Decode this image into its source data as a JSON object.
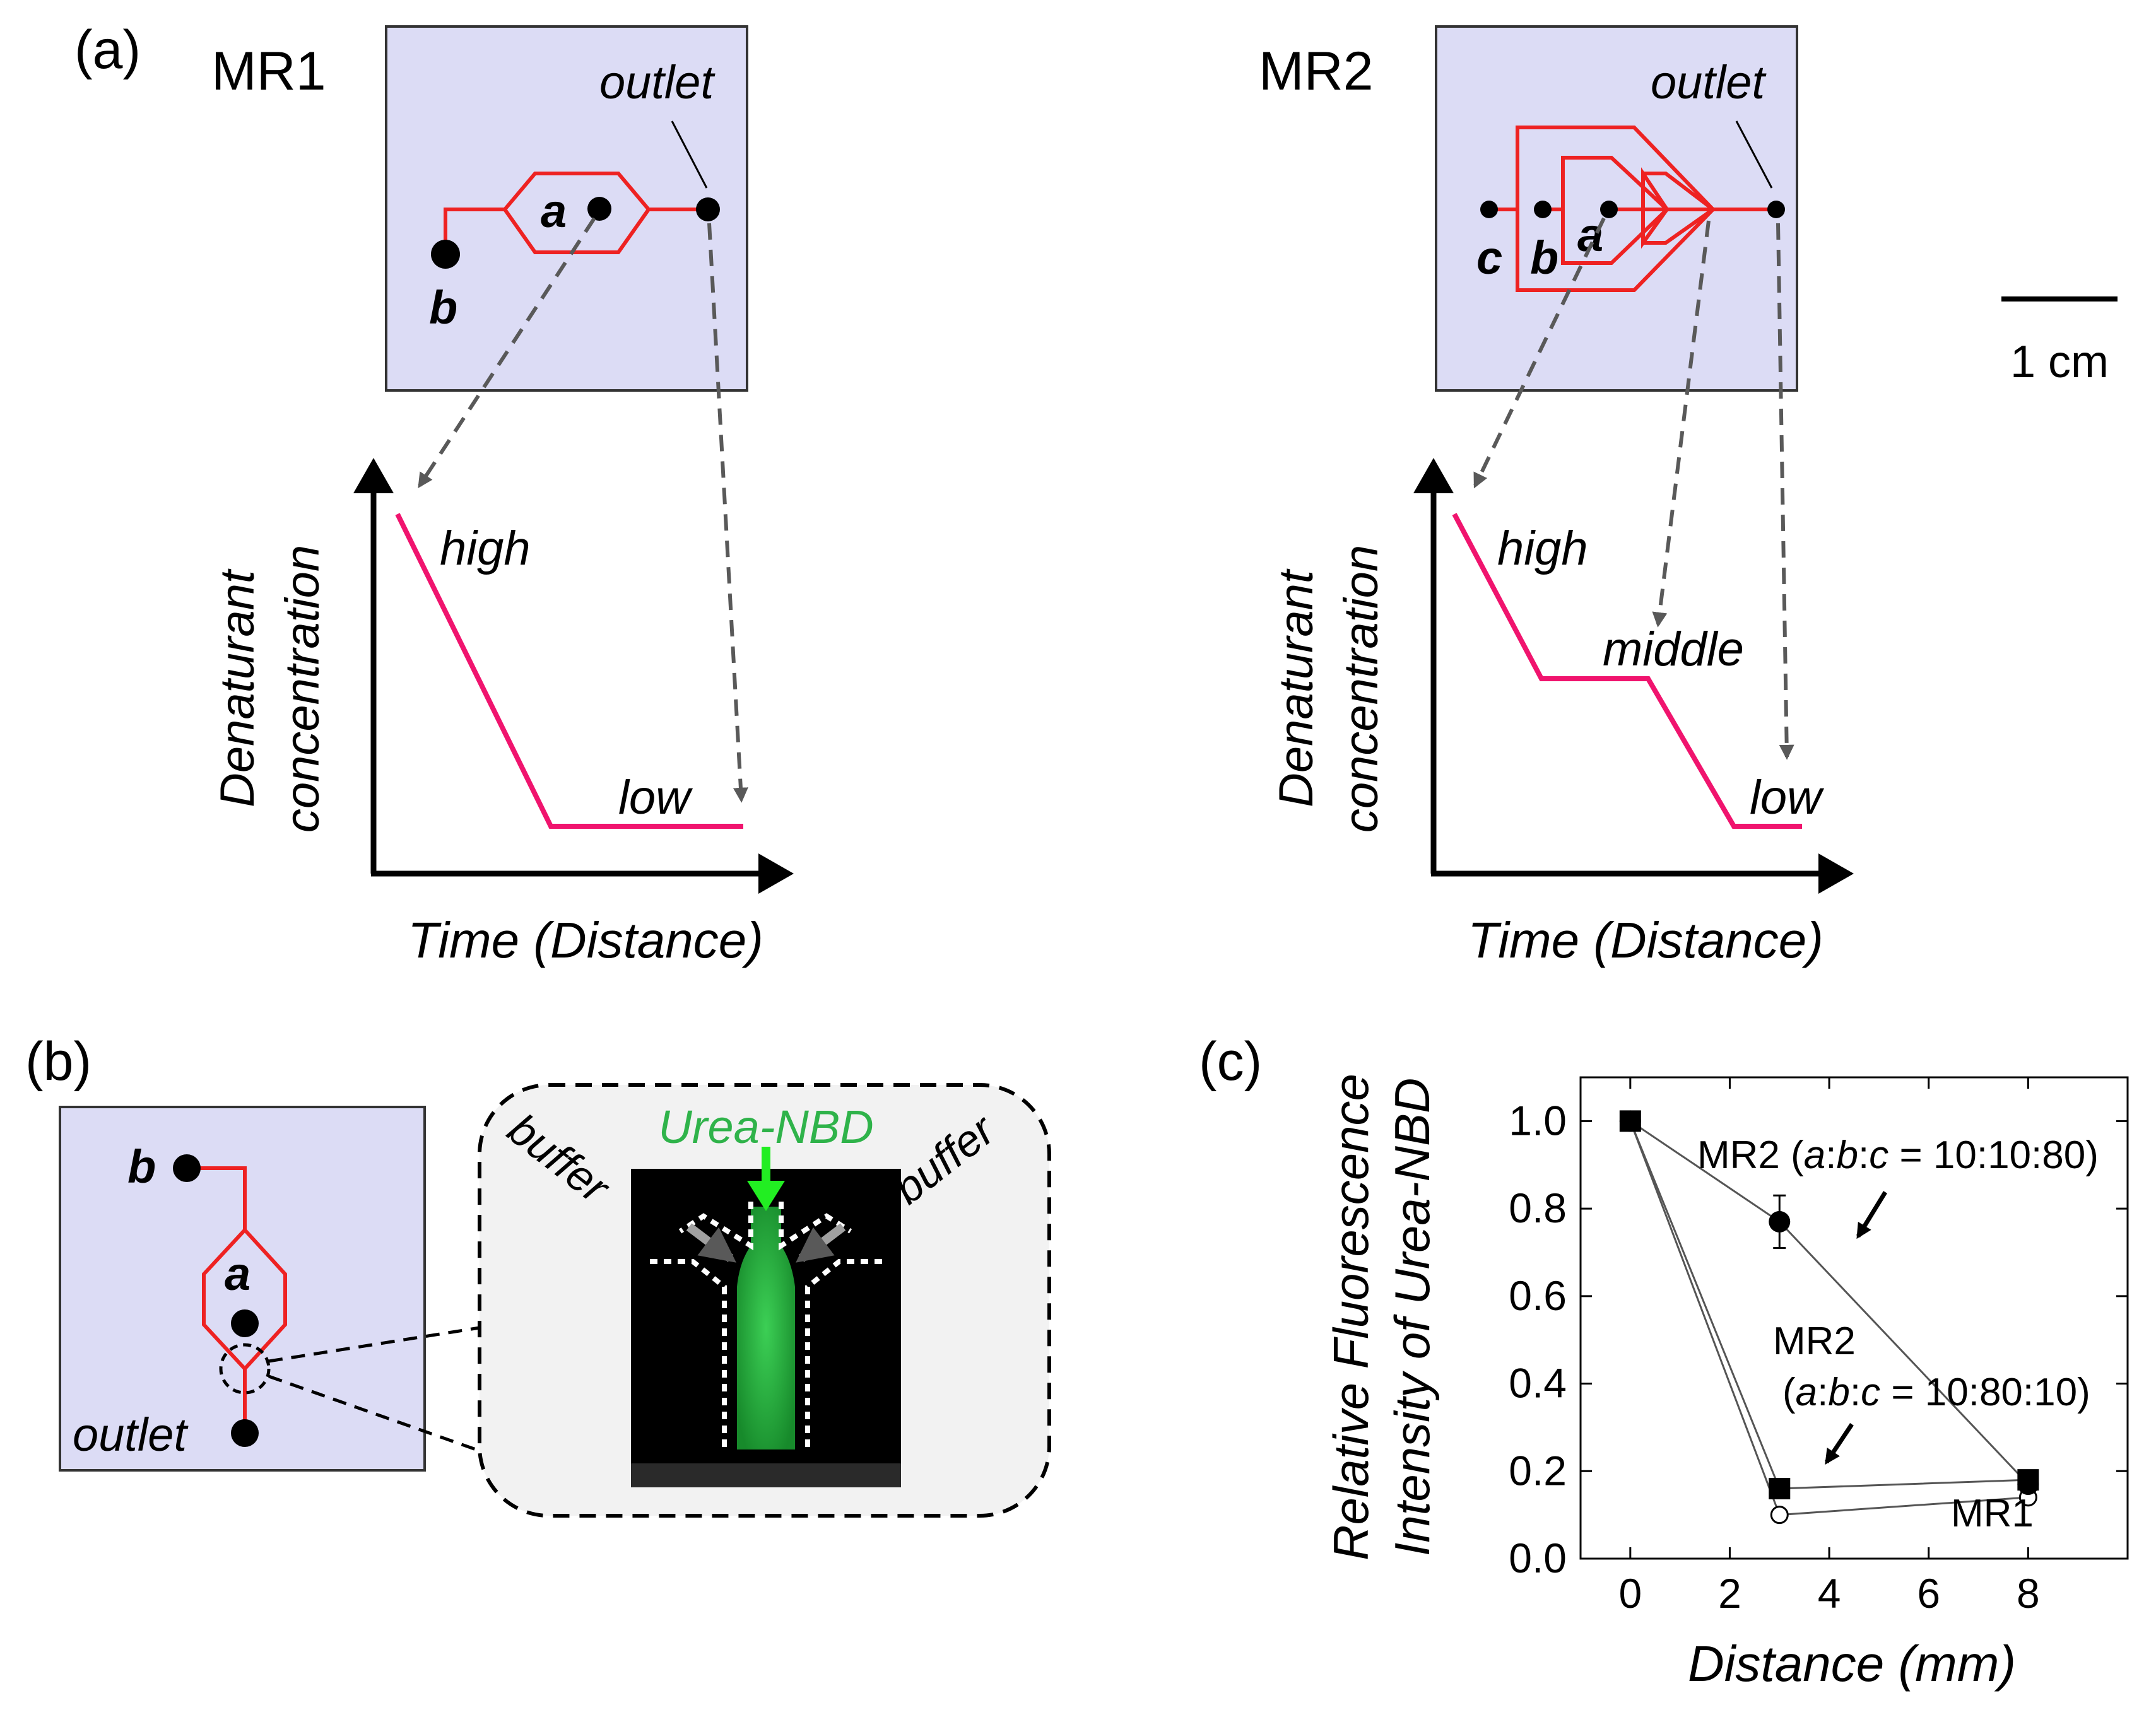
{
  "panel_a": {
    "label": "(a)",
    "mr1": {
      "title": "MR1",
      "inlet_a": "a",
      "inlet_b": "b",
      "outlet": "outlet",
      "ylabel_line1": "Denaturant",
      "ylabel_line2": "concentration",
      "xlabel": "Time (Distance)",
      "level_high": "high",
      "level_low": "low"
    },
    "mr2": {
      "title": "MR2",
      "inlet_a": "a",
      "inlet_b": "b",
      "inlet_c": "c",
      "outlet": "outlet",
      "ylabel_line1": "Denaturant",
      "ylabel_line2": "concentration",
      "xlabel": "Time (Distance)",
      "level_high": "high",
      "level_middle": "middle",
      "level_low": "low"
    },
    "scale_bar": "1 cm"
  },
  "panel_b": {
    "label": "(b)",
    "inlet_a": "a",
    "inlet_b": "b",
    "outlet": "outlet",
    "urea": "Urea-NBD",
    "buffer_left": "buffer",
    "buffer_right": "buffer"
  },
  "panel_c": {
    "label": "(c)",
    "chart_data": {
      "type": "scatter",
      "xlabel": "Distance (mm)",
      "ylabel_line1": "Relative Fluorescence",
      "ylabel_line2": "Intensity of Urea-NBD",
      "xlim": [
        -1,
        10
      ],
      "ylim": [
        0,
        1.1
      ],
      "xticks": [
        "0",
        "2",
        "4",
        "6",
        "8"
      ],
      "yticks": [
        "0.0",
        "0.2",
        "0.4",
        "0.6",
        "0.8",
        "1.0"
      ],
      "series": [
        {
          "name": "MR1",
          "marker": "open-circle",
          "x": [
            0,
            3,
            8
          ],
          "y": [
            1.0,
            0.1,
            0.14
          ]
        },
        {
          "name": "MR2 (a:b:c = 10:10:80)",
          "marker": "filled-circle",
          "x": [
            0,
            3,
            8
          ],
          "y": [
            1.0,
            0.77,
            0.17
          ],
          "error": [
            0,
            0.06,
            0
          ]
        },
        {
          "name": "MR2 (a:b:c = 10:80:10)",
          "marker": "filled-square",
          "x": [
            0,
            3,
            8
          ],
          "y": [
            1.0,
            0.16,
            0.18
          ]
        }
      ],
      "annotation_mr2_high_prefix": "MR2 (",
      "annotation_mr2_high_ratio": " = 10:10:80)",
      "annotation_mr2_low_line1": "MR2",
      "annotation_mr2_low_prefix": "(",
      "annotation_mr2_low_ratio": " = 10:80:10)",
      "annotation_mr1": "MR1",
      "ratio_a": "a",
      "ratio_b": "b",
      "ratio_c": "c",
      "colon": ":"
    }
  },
  "colors": {
    "chip": "#dcdcf5",
    "channel": "#ee2222",
    "curve": "#f0146e",
    "arrow": "#595959",
    "green": "#2fb34a",
    "inset_bg": "#f2f2f2"
  }
}
